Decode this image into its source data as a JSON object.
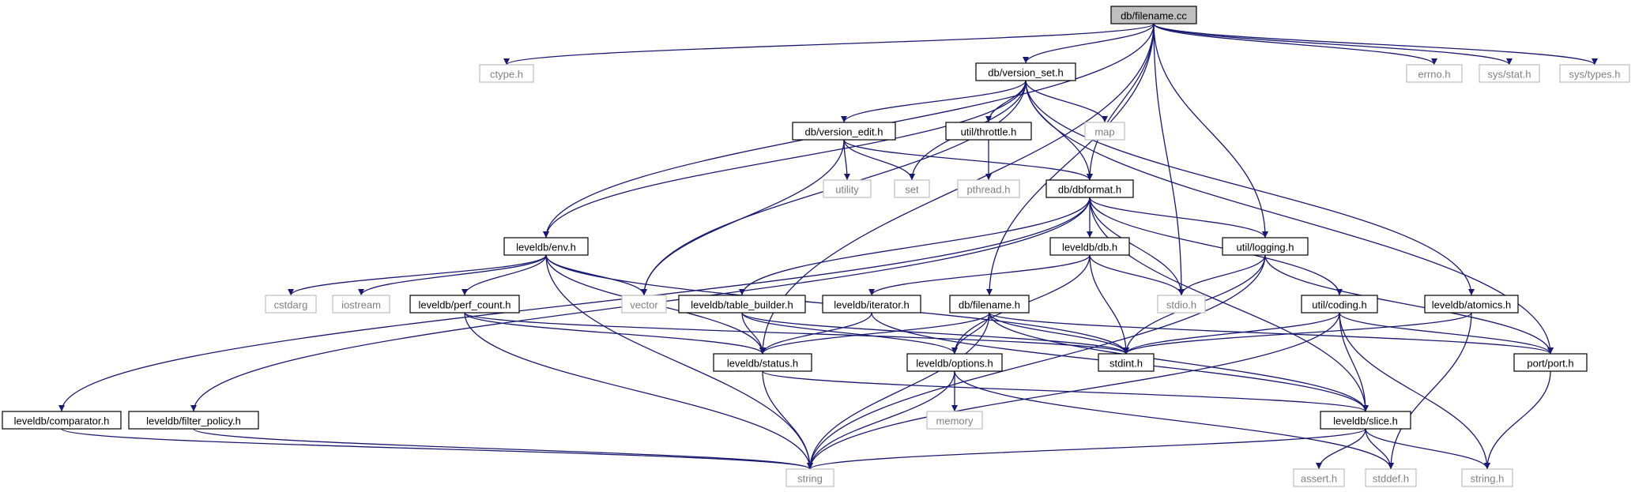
{
  "diagram": {
    "root": "db/filename.cc",
    "nodes": [
      {
        "id": "filename_cc",
        "label": "db/filename.cc",
        "kind": "root"
      },
      {
        "id": "ctype",
        "label": "ctype.h",
        "kind": "system"
      },
      {
        "id": "version_set",
        "label": "db/version_set.h",
        "kind": "project"
      },
      {
        "id": "errno",
        "label": "errno.h",
        "kind": "system"
      },
      {
        "id": "sys_stat",
        "label": "sys/stat.h",
        "kind": "system"
      },
      {
        "id": "sys_types",
        "label": "sys/types.h",
        "kind": "system"
      },
      {
        "id": "version_edit",
        "label": "db/version_edit.h",
        "kind": "project"
      },
      {
        "id": "throttle",
        "label": "util/throttle.h",
        "kind": "project"
      },
      {
        "id": "map",
        "label": "map",
        "kind": "system"
      },
      {
        "id": "utility",
        "label": "utility",
        "kind": "system"
      },
      {
        "id": "set",
        "label": "set",
        "kind": "system"
      },
      {
        "id": "pthread",
        "label": "pthread.h",
        "kind": "system"
      },
      {
        "id": "dbformat",
        "label": "db/dbformat.h",
        "kind": "project"
      },
      {
        "id": "env",
        "label": "leveldb/env.h",
        "kind": "project"
      },
      {
        "id": "db_h",
        "label": "leveldb/db.h",
        "kind": "project"
      },
      {
        "id": "logging",
        "label": "util/logging.h",
        "kind": "project"
      },
      {
        "id": "cstdarg",
        "label": "cstdarg",
        "kind": "system"
      },
      {
        "id": "iostream",
        "label": "iostream",
        "kind": "system"
      },
      {
        "id": "perf_count",
        "label": "leveldb/perf_count.h",
        "kind": "project"
      },
      {
        "id": "vector",
        "label": "vector",
        "kind": "system"
      },
      {
        "id": "table_builder",
        "label": "leveldb/table_builder.h",
        "kind": "project"
      },
      {
        "id": "iterator",
        "label": "leveldb/iterator.h",
        "kind": "project"
      },
      {
        "id": "filename_h",
        "label": "db/filename.h",
        "kind": "project"
      },
      {
        "id": "stdio",
        "label": "stdio.h",
        "kind": "system"
      },
      {
        "id": "coding",
        "label": "util/coding.h",
        "kind": "project"
      },
      {
        "id": "atomics",
        "label": "leveldb/atomics.h",
        "kind": "project"
      },
      {
        "id": "status",
        "label": "leveldb/status.h",
        "kind": "project"
      },
      {
        "id": "options",
        "label": "leveldb/options.h",
        "kind": "project"
      },
      {
        "id": "stdint",
        "label": "stdint.h",
        "kind": "project"
      },
      {
        "id": "port",
        "label": "port/port.h",
        "kind": "project"
      },
      {
        "id": "comparator",
        "label": "leveldb/comparator.h",
        "kind": "project"
      },
      {
        "id": "filter_policy",
        "label": "leveldb/filter_policy.h",
        "kind": "project"
      },
      {
        "id": "memory",
        "label": "memory",
        "kind": "system"
      },
      {
        "id": "slice",
        "label": "leveldb/slice.h",
        "kind": "project"
      },
      {
        "id": "string",
        "label": "string",
        "kind": "system"
      },
      {
        "id": "assert",
        "label": "assert.h",
        "kind": "system"
      },
      {
        "id": "stddef",
        "label": "stddef.h",
        "kind": "system"
      },
      {
        "id": "string_h",
        "label": "string.h",
        "kind": "system"
      }
    ],
    "edges": [
      [
        "filename_cc",
        "ctype"
      ],
      [
        "filename_cc",
        "version_set"
      ],
      [
        "filename_cc",
        "errno"
      ],
      [
        "filename_cc",
        "sys_stat"
      ],
      [
        "filename_cc",
        "sys_types"
      ],
      [
        "filename_cc",
        "env"
      ],
      [
        "filename_cc",
        "status"
      ],
      [
        "filename_cc",
        "filename_h"
      ],
      [
        "filename_cc",
        "dbformat"
      ],
      [
        "filename_cc",
        "stdio"
      ],
      [
        "filename_cc",
        "logging"
      ],
      [
        "version_set",
        "version_edit"
      ],
      [
        "version_set",
        "throttle"
      ],
      [
        "version_set",
        "map"
      ],
      [
        "version_set",
        "set"
      ],
      [
        "version_set",
        "dbformat"
      ],
      [
        "version_set",
        "env"
      ],
      [
        "version_set",
        "vector"
      ],
      [
        "version_set",
        "atomics"
      ],
      [
        "version_set",
        "port"
      ],
      [
        "version_edit",
        "utility"
      ],
      [
        "version_edit",
        "set"
      ],
      [
        "version_edit",
        "dbformat"
      ],
      [
        "version_edit",
        "vector"
      ],
      [
        "throttle",
        "pthread"
      ],
      [
        "dbformat",
        "db_h"
      ],
      [
        "dbformat",
        "logging"
      ],
      [
        "dbformat",
        "coding"
      ],
      [
        "dbformat",
        "comparator"
      ],
      [
        "dbformat",
        "filter_policy"
      ],
      [
        "dbformat",
        "table_builder"
      ],
      [
        "dbformat",
        "stdio"
      ],
      [
        "dbformat",
        "slice"
      ],
      [
        "env",
        "cstdarg"
      ],
      [
        "env",
        "iostream"
      ],
      [
        "env",
        "perf_count"
      ],
      [
        "env",
        "vector"
      ],
      [
        "env",
        "stdint"
      ],
      [
        "env",
        "status"
      ],
      [
        "env",
        "string"
      ],
      [
        "db_h",
        "iterator"
      ],
      [
        "db_h",
        "options"
      ],
      [
        "db_h",
        "stdio"
      ],
      [
        "db_h",
        "stdint"
      ],
      [
        "logging",
        "stdio"
      ],
      [
        "logging",
        "stdint"
      ],
      [
        "logging",
        "port"
      ],
      [
        "logging",
        "string"
      ],
      [
        "perf_count",
        "stdint"
      ],
      [
        "perf_count",
        "status"
      ],
      [
        "perf_count",
        "string"
      ],
      [
        "table_builder",
        "status"
      ],
      [
        "table_builder",
        "options"
      ],
      [
        "table_builder",
        "stdint"
      ],
      [
        "iterator",
        "status"
      ],
      [
        "iterator",
        "slice"
      ],
      [
        "filename_h",
        "status"
      ],
      [
        "filename_h",
        "options"
      ],
      [
        "filename_h",
        "stdint"
      ],
      [
        "filename_h",
        "slice"
      ],
      [
        "filename_h",
        "string"
      ],
      [
        "filename_h",
        "port"
      ],
      [
        "coding",
        "stdint"
      ],
      [
        "coding",
        "slice"
      ],
      [
        "coding",
        "port"
      ],
      [
        "coding",
        "string_h"
      ],
      [
        "coding",
        "string"
      ],
      [
        "atomics",
        "stddef"
      ],
      [
        "atomics",
        "stdint"
      ],
      [
        "status",
        "slice"
      ],
      [
        "status",
        "string"
      ],
      [
        "options",
        "memory"
      ],
      [
        "options",
        "string"
      ],
      [
        "options",
        "stddef"
      ],
      [
        "port",
        "string_h"
      ],
      [
        "comparator",
        "string"
      ],
      [
        "filter_policy",
        "string"
      ],
      [
        "slice",
        "assert"
      ],
      [
        "slice",
        "stddef"
      ],
      [
        "slice",
        "string_h"
      ],
      [
        "slice",
        "string"
      ]
    ]
  }
}
